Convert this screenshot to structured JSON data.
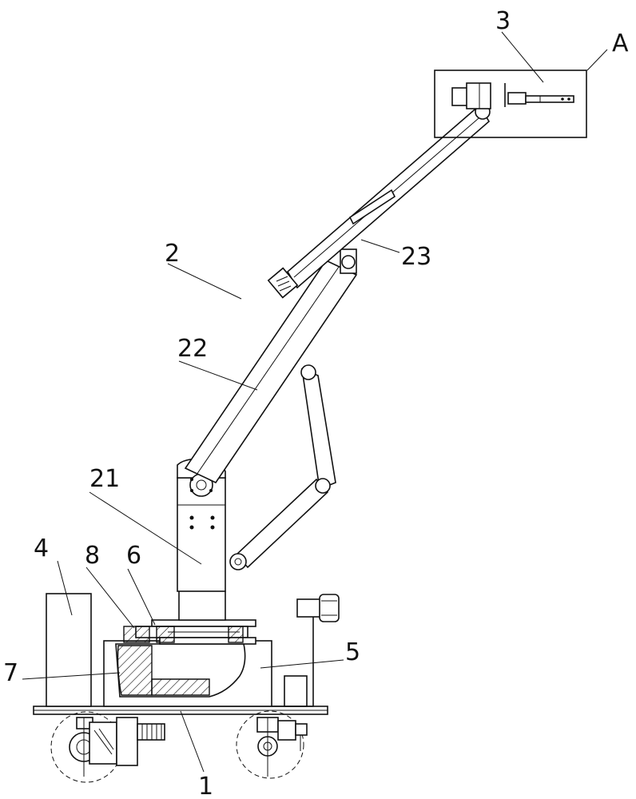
{
  "labels": {
    "arm_assembly": "2",
    "end_effector": "3",
    "detail_view": "A",
    "upper_arm": "22",
    "forearm": "23",
    "column": "21",
    "control_box": "4",
    "bearing": "8",
    "turntable": "6",
    "base_housing": "5",
    "gear": "7",
    "chassis": "1"
  }
}
